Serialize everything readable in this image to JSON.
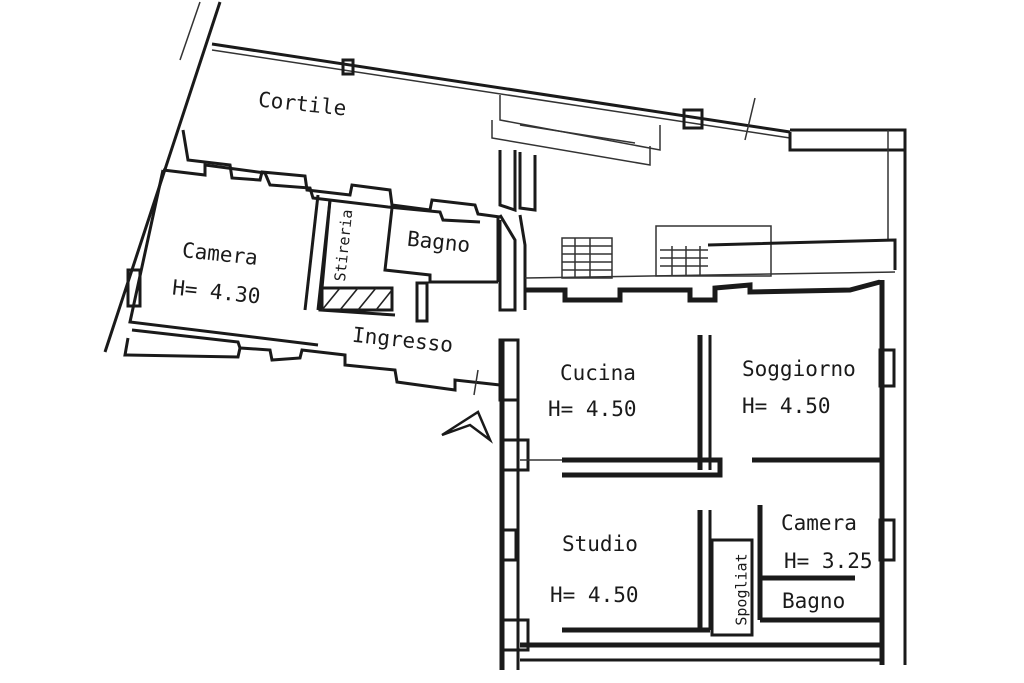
{
  "rooms": {
    "cortile": {
      "name": "Cortile"
    },
    "camera_left": {
      "name": "Camera",
      "height": "H= 4.30"
    },
    "stireria": {
      "name": "Stireria"
    },
    "bagno_top": {
      "name": "Bagno"
    },
    "ingresso": {
      "name": "Ingresso"
    },
    "cucina": {
      "name": "Cucina",
      "height": "H= 4.50"
    },
    "soggiorno": {
      "name": "Soggiorno",
      "height": "H= 4.50"
    },
    "studio": {
      "name": "Studio",
      "height": "H= 4.50"
    },
    "camera_right": {
      "name": "Camera",
      "height": "H= 3.25"
    },
    "spogliat": {
      "name": "Spogliat"
    },
    "bagno_bottom": {
      "name": "Bagno"
    }
  }
}
